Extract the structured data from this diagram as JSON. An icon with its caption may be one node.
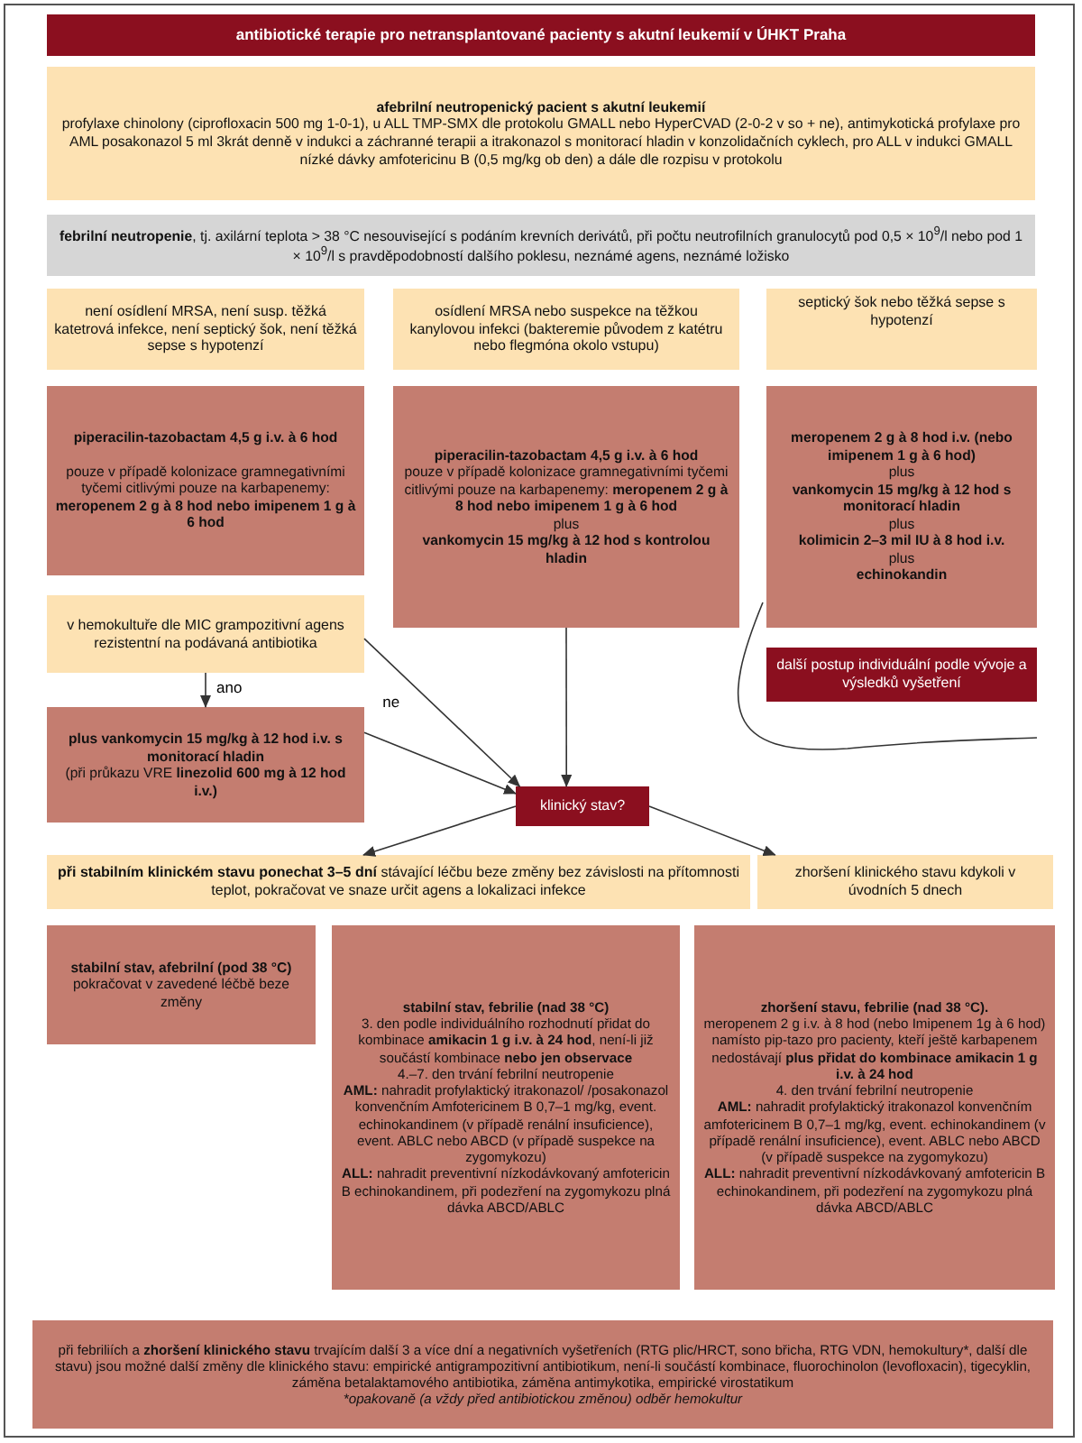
{
  "diagram": {
    "nodes": [
      {
        "text": [
          "antibiotické terapie pro netransplantované pacienty s akutní leukemií v ÚHKT Praha"
        ]
      },
      {
        "text": [
          "afebrilní neutropenický pacient s akutní leukemií",
          "profylaxe chinolony (ciprofloxacin 500 mg 1-0-1), u ALL TMP-SMX dle protokolu GMALL nebo HyperCVAD (2-0-2 v so + ne), antimykotická profylaxe pro AML posakonazol 5 ml 3krát denně v indukci a záchranné terapii a itrakonazol s monitorací hladin v konzolidačních cyklech, pro ALL v indukci GMALL nízké dávky amfotericinu B (0,5 mg/kg ob den) a dále dle rozpisu v protokolu"
        ]
      },
      {
        "text": [
          "**febrilní neutropenie**, tj. axilární teplota > 38 °C nesouvisející s podáním krevních derivátů, při počtu neutrofilních granulocytů pod 0,5 × 10$^{9}$/l nebo pod 1 × 10$^{9}$/l s pravděpodobností dalšího poklesu, neznámé agens, neznámé ložisko"
        ]
      },
      {
        "text": [
          "není osídlení MRSA, není susp. těžká katetrová infekce, není septický šok, není těžká sepse s hypotenzí"
        ]
      },
      {
        "text": [
          "osídlení MRSA nebo suspekce na těžkou kanylovou infekci (bakteremie původem z katétru nebo flegmóna okolo vstupu)"
        ]
      },
      {
        "text": [
          "septický šok nebo těžká sepse s hypotenzí"
        ]
      },
      {
        "text": [
          "piperacilin-tazobactam 4,5 g i.v. à 6 hod",
          "pouze v případě kolonizace gramnegativními tyčemi citlivými pouze na karbapenemy: **meropenem 2 g à 8 hod nebo imipenem 1 g à 6 hod**"
        ]
      },
      {
        "text": [
          "piperacilin-tazobactam 4,5 g i.v. à 6 hod",
          "pouze v případě kolonizace gramnegativními tyčemi citlivými pouze na karbapenemy: **meropenem 2 g à 8 hod nebo imipenem 1 g à 6 hod**",
          "plus",
          "vankomycin 15 mg/kg à 12 hod s kontrolou hladin"
        ]
      },
      {
        "text": [
          "meropenem 2 g à 8 hod i.v. (nebo imipenem 1 g à 6 hod)",
          "plus",
          "vankomycin 15 mg/kg à 12 hod s monitorací hladin",
          "plus",
          "kolimicin 2–3 mil IU à 8 hod i.v.",
          "plus",
          "echinokandin"
        ]
      },
      {
        "text": [
          "v hemokultuře dle MIC grampozitivní agens rezistentní na podávaná antibiotika"
        ]
      },
      {
        "text": [
          "plus vankomycin 15 mg/kg à 12 hod i.v. s monitorací hladin",
          "(při průkazu VRE **linezolid 600 mg à 12 hod i.v.)**"
        ]
      },
      {
        "text": [
          "další postup individuální podle vývoje a výsledků vyšetření"
        ]
      },
      {
        "text": [
          "klinický stav?"
        ]
      },
      {
        "text": [
          "**při stabilním klinickém stavu ponechat 3–5 dní** stávající léčbu beze změny bez závislosti na přítomnosti teplot, pokračovat ve snaze určit agens a lokalizaci infekce"
        ]
      },
      {
        "text": [
          "zhoršení klinického stavu kdykoli v úvodních 5 dnech"
        ]
      },
      {
        "text": [
          "stabilní stav, afebrilní (pod 38 °C)",
          "pokračovat v zavedené léčbě beze změny"
        ]
      },
      {
        "text": [
          "stabilní stav, febrilie (nad 38 °C)",
          "3. den podle individuálního rozhodnutí přidat do kombinace **amikacin 1 g i.v. à 24 hod**, není-li již součástí kombinace **nebo jen observace**",
          "4.–7. den trvání febrilní neutropenie",
          "**AML:** nahradit profylaktický itrakonazol/ /posakonazol konvenčním Amfotericinem B 0,7–1 mg/kg, event. echinokandinem (v případě renální insuficience), event. ABLC nebo ABCD (v případě suspekce na zygomykozu)",
          "**ALL:** nahradit preventivní nízkodávkovaný amfotericin B echinokandinem, při podezření na zygomykozu plná dávka ABCD/ABLC"
        ]
      },
      {
        "text": [
          "zhoršení stavu, febrilie (nad 38 °C).",
          "meropenem 2 g i.v. à 8 hod (nebo Imipenem 1g à 6 hod) namísto pip-tazo pro pacienty, kteří ještě karbapenem nedostávají **plus přidat do kombinace amikacin 1 g i.v. à 24 hod**",
          "4. den trvání febrilní neutropenie",
          "**AML:** nahradit profylaktický itrakonazol konvenčním amfotericinem B 0,7–1 mg/kg, event. echinokandinem (v případě renální insuficience), event. ABLC nebo ABCD (v případě suspekce na zygomykozu)",
          "**ALL:** nahradit preventivní nízkodávkovaný amfotericin B echinokandinem, při podezření na zygomykozu plná dávka ABCD/ABLC"
        ]
      },
      {
        "text": [
          "při febriliích a **zhoršení klinického stavu** trvajícím další 3 a více dní a negativních vyšetřeních (RTG plic/HRCT, sono břicha, RTG VDN, hemokultury*, další dle stavu) jsou možné další změny dle klinického stavu: empirické antigrampozitivní antibiotikum, není-li součástí kombinace, fluorochinolon (levofloxacin), tigecyklin, záměna betalaktamového antibiotika, záměna antimykotika, empirické virostatikum",
          "*opakovaně (a vždy před antibiotickou změnou) odběr hemokultur"
        ]
      }
    ],
    "edges": [
      {
        "from": 9,
        "to": 10,
        "arrow": "to",
        "label": "ano"
      },
      {
        "from": 9,
        "to": 12,
        "arrow": "to",
        "label": "ne"
      },
      {
        "from": 10,
        "to": 12,
        "arrow": "to"
      },
      {
        "from": 7,
        "to": 12,
        "arrow": "to"
      },
      {
        "from": 12,
        "to": 13,
        "arrow": "to"
      },
      {
        "from": 12,
        "to": 14,
        "arrow": "to"
      }
    ]
  }
}
